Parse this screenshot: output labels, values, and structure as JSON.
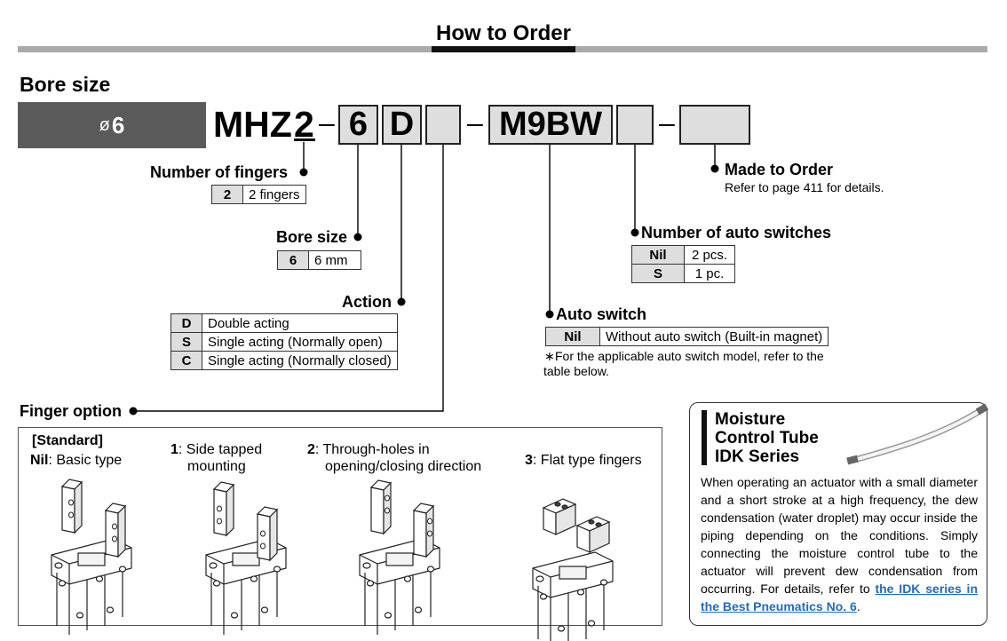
{
  "header": {
    "title": "How to Order"
  },
  "bore_box": {
    "heading": "Bore size",
    "dia_symbol": "ø",
    "value": "6"
  },
  "code": {
    "prefix": "MHZ",
    "fingers_digit": "2",
    "bore": "6",
    "action": "D",
    "auto_switch": "M9BW",
    "dash": "–"
  },
  "fingers": {
    "label": "Number of fingers",
    "rows": [
      {
        "key": "2",
        "desc": "2 fingers"
      }
    ]
  },
  "bore_size": {
    "label": "Bore size",
    "rows": [
      {
        "key": "6",
        "desc": "6 mm"
      }
    ]
  },
  "action": {
    "label": "Action",
    "rows": [
      {
        "key": "D",
        "desc": "Double acting"
      },
      {
        "key": "S",
        "desc": "Single acting (Normally open)"
      },
      {
        "key": "C",
        "desc": "Single acting (Normally closed)"
      }
    ]
  },
  "made_to_order": {
    "label": "Made to Order",
    "note": "Refer to page 411 for details."
  },
  "num_switches": {
    "label": "Number of auto switches",
    "rows": [
      {
        "key": "Nil",
        "desc": "2 pcs."
      },
      {
        "key": "S",
        "desc": "1 pc."
      }
    ]
  },
  "auto_switch": {
    "label": "Auto switch",
    "rows": [
      {
        "key": "Nil",
        "desc": "Without auto switch (Built-in magnet)"
      }
    ],
    "note_star": "∗",
    "note_line1": "For the applicable auto switch model, refer to the",
    "note_line2": "table below."
  },
  "finger_option": {
    "label": "Finger option",
    "standard": "[Standard]",
    "items": [
      {
        "key": "Nil",
        "sep": ": ",
        "line1": "Basic type",
        "line2": ""
      },
      {
        "key": "1",
        "sep": ": ",
        "line1": "Side tapped",
        "line2": "mounting"
      },
      {
        "key": "2",
        "sep": ": ",
        "line1": "Through-holes in",
        "line2": "opening/closing direction"
      },
      {
        "key": "3",
        "sep": ": ",
        "line1": "Flat type fingers",
        "line2": ""
      }
    ]
  },
  "moisture": {
    "title_1": "Moisture",
    "title_2": "Control Tube",
    "title_3": "IDK Series",
    "body": "When operating an actuator with a small diameter and a short stroke at a high frequency, the dew condensation (water droplet) may occur inside the piping depending on the conditions. Simply connecting the moisture control tube to the actuator will prevent dew condensation from occurring. For details, refer to ",
    "link": "the IDK series in the Best Pneumatics No. 6",
    "end": "."
  },
  "colors": {
    "accent_link": "#1f6bbd",
    "box_fill": "#dedede",
    "bore_box": "#5a5a5a",
    "rule": "#aaaaaa"
  }
}
